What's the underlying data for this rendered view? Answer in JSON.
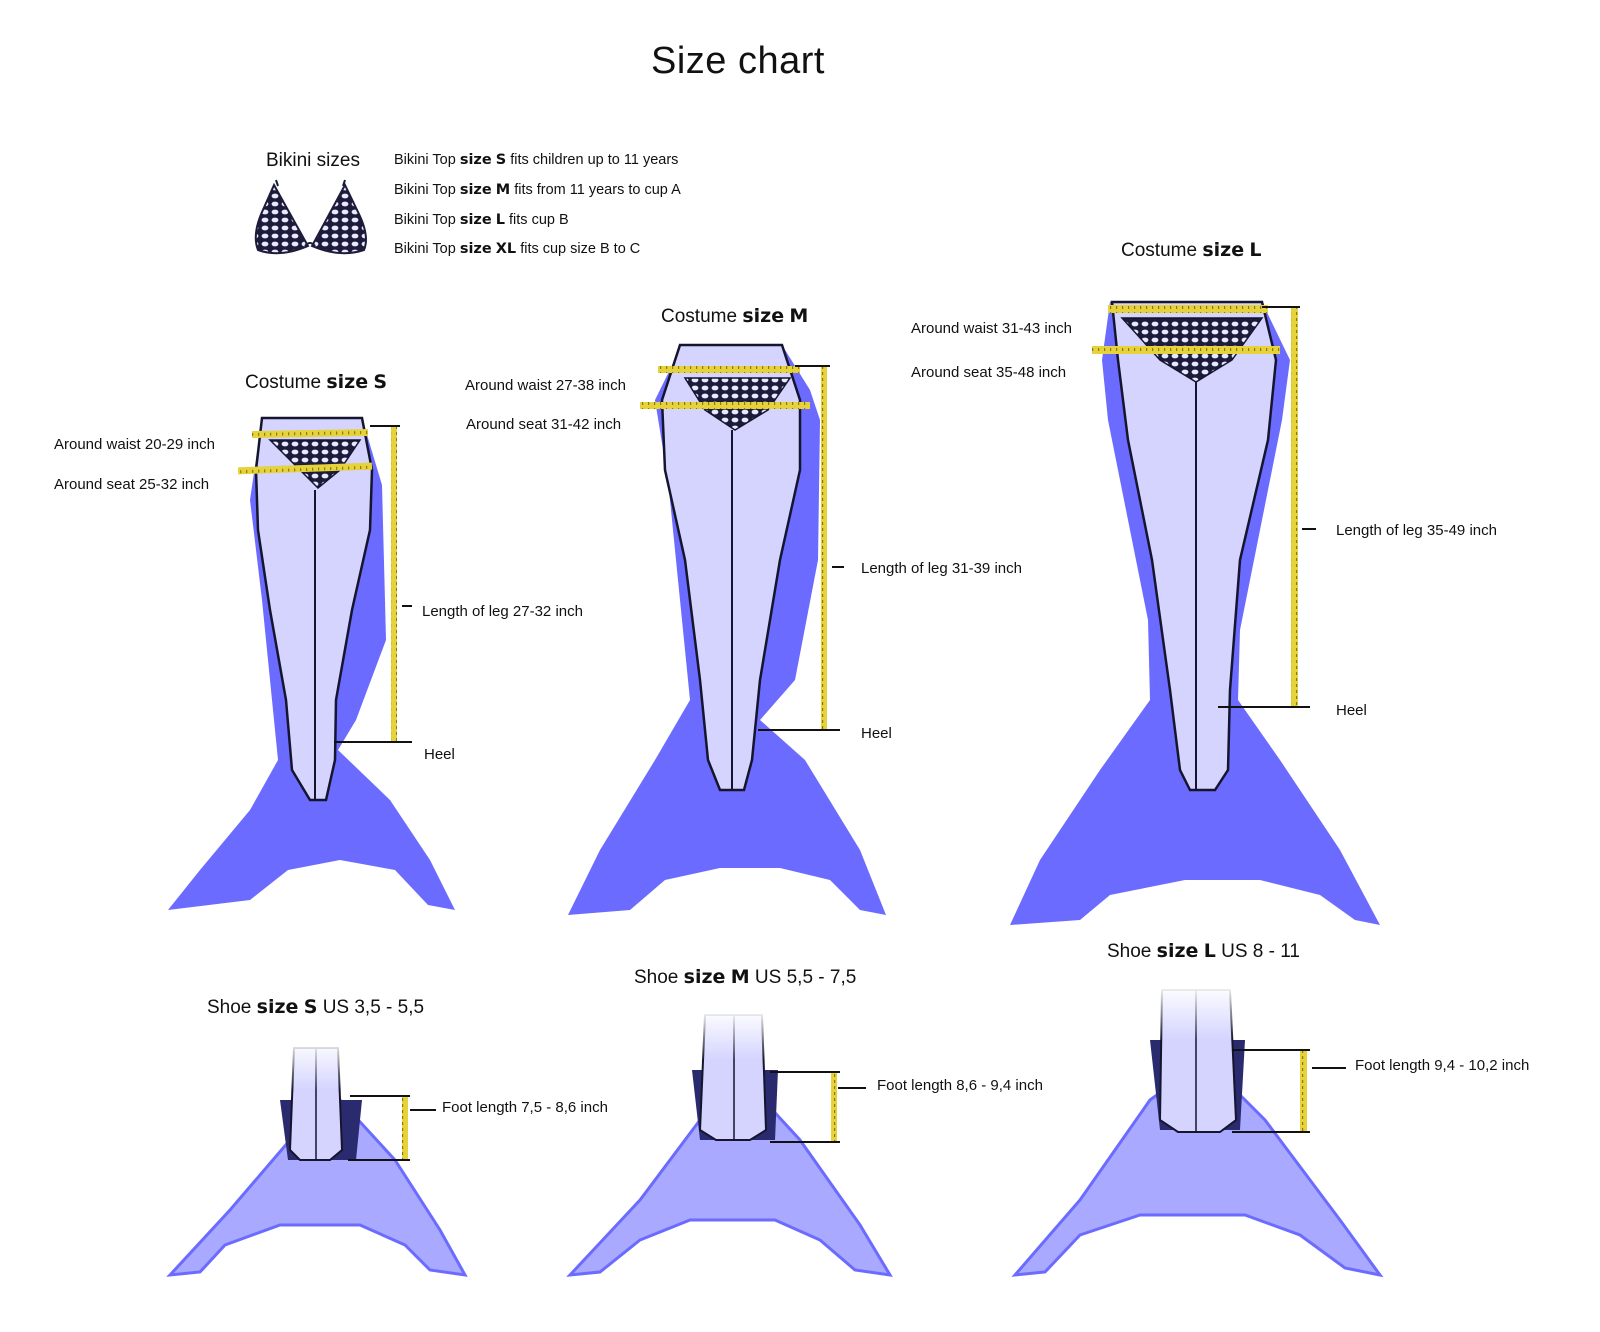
{
  "title": "Size chart",
  "bikini": {
    "heading": "Bikini sizes",
    "lines": [
      {
        "pre": "Bikini Top ",
        "size_word": "size",
        "size": "S",
        "post": "fits children up to 11 years"
      },
      {
        "pre": "Bikini Top ",
        "size_word": "size",
        "size": "M",
        "post": "fits from 11 years to cup A"
      },
      {
        "pre": "Bikini Top ",
        "size_word": "size",
        "size": "L",
        "post": "fits cup B"
      },
      {
        "pre": "Bikini Top ",
        "size_word": "size",
        "size": "XL",
        "post": "fits cup size B to C"
      }
    ]
  },
  "costumes": [
    {
      "pre": "Costume ",
      "size_word": "size",
      "size": "S",
      "waist": "Around waist 20-29 inch",
      "seat": "Around seat 25-32 inch",
      "leg": "Length of leg 27-32 inch",
      "heel": "Heel"
    },
    {
      "pre": "Costume ",
      "size_word": "size",
      "size": "M",
      "waist": "Around waist 27-38 inch",
      "seat": "Around seat 31-42 inch",
      "leg": "Length of leg 31-39 inch",
      "heel": "Heel"
    },
    {
      "pre": "Costume ",
      "size_word": "size",
      "size": "L",
      "waist": "Around waist 31-43 inch",
      "seat": "Around seat 35-48 inch",
      "leg": "Length of leg 35-49 inch",
      "heel": "Heel"
    }
  ],
  "shoes": [
    {
      "pre": "Shoe ",
      "size_word": "size",
      "size": "S",
      "us": "US 3,5 - 5,5",
      "foot": "Foot length 7,5 - 8,6 inch"
    },
    {
      "pre": "Shoe ",
      "size_word": "size",
      "size": "M",
      "us": "US 5,5 - 7,5",
      "foot": "Foot length 8,6 - 9,4 inch"
    },
    {
      "pre": "Shoe ",
      "size_word": "size",
      "size": "L",
      "us": "US 8 - 11",
      "foot": "Foot length 9,4 - 10,2 inch"
    }
  ],
  "colors": {
    "tail": "#6b6bff",
    "tail_light": "#a9a9ff",
    "skin": "#d4d4ff",
    "tape": "#e6d23a",
    "outline": "#15152e"
  }
}
